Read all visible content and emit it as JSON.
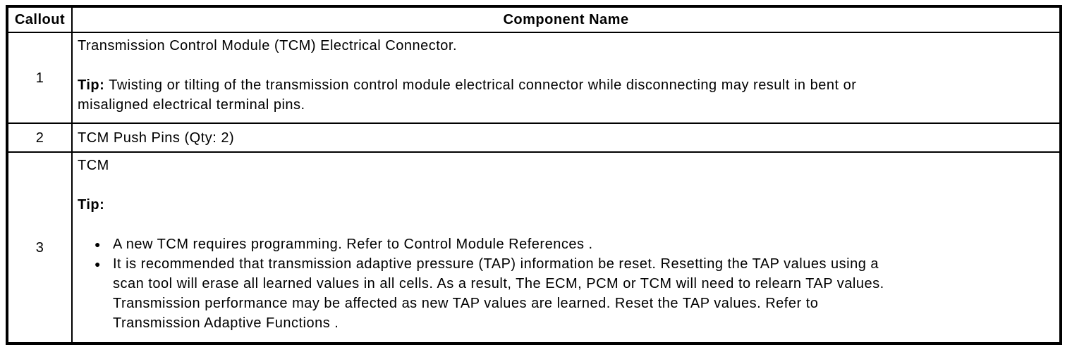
{
  "page": {
    "background_color": "#ffffff",
    "border_color": "#000000",
    "text_color": "#000000"
  },
  "table": {
    "header": {
      "callout": "Callout",
      "component": "Component Name"
    },
    "bullet_icon": "●",
    "rows": [
      {
        "callout": "1",
        "component": {
          "intro": "Transmission Control Module (TCM) Electrical Connector.",
          "tip_label": "Tip:",
          "tip_text": "Twisting or tilting of the transmission control module electrical connector while disconnecting may result in bent or\nmisaligned electrical terminal pins."
        }
      },
      {
        "callout": "2",
        "component": {
          "intro": "TCM Push Pins (Qty: 2)"
        }
      },
      {
        "callout": "3",
        "component": {
          "intro": "TCM",
          "tip_label": "Tip:",
          "bullets": [
            "A new TCM requires programming. Refer to Control Module References .",
            "It is recommended that transmission adaptive pressure (TAP) information be reset. Resetting the TAP values using a\nscan tool will erase all learned values in all cells. As a result, The ECM, PCM or TCM will need to relearn TAP values.\nTransmission performance may be affected as new TAP values are learned. Reset the TAP values. Refer to\nTransmission Adaptive Functions ."
          ]
        }
      }
    ]
  }
}
